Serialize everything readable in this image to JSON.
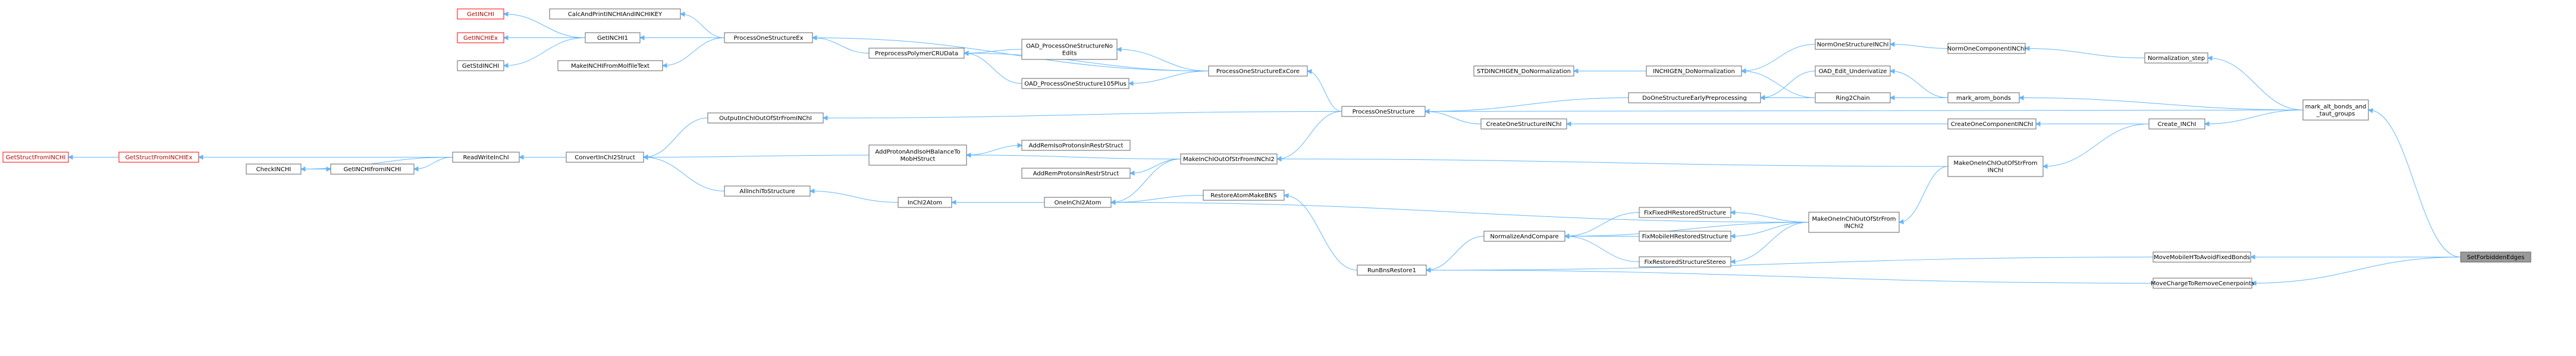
{
  "graph": {
    "nodes": [
      {
        "id": "SetForbiddenEdges",
        "label": [
          "SetForbiddenEdges"
        ],
        "root": true
      },
      {
        "id": "mark_alt_bonds",
        "label": [
          "mark_alt_bonds_and",
          "_taut_groups"
        ]
      },
      {
        "id": "MoveMobileH",
        "label": [
          "MoveMobileHToAvoidFixedBonds"
        ]
      },
      {
        "id": "MoveCharge",
        "label": [
          "MoveChargeToRemoveCenerpoints"
        ]
      },
      {
        "id": "Normalization_step",
        "label": [
          "Normalization_step"
        ]
      },
      {
        "id": "mark_arom_bonds",
        "label": [
          "mark_arom_bonds"
        ]
      },
      {
        "id": "Create_INChI",
        "label": [
          "Create_INChI"
        ]
      },
      {
        "id": "NormOneComponentINChI",
        "label": [
          "NormOneComponentINChI"
        ]
      },
      {
        "id": "NormOneStructureINChI",
        "label": [
          "NormOneStructureINChI"
        ]
      },
      {
        "id": "OAD_Edit_Underivatize",
        "label": [
          "OAD_Edit_Underivatize"
        ]
      },
      {
        "id": "Ring2Chain",
        "label": [
          "Ring2Chain"
        ]
      },
      {
        "id": "INCHIGEN_DoNormalization",
        "label": [
          "INCHIGEN_DoNormalization"
        ]
      },
      {
        "id": "STDINCHIGEN_DoNormalization",
        "label": [
          "STDINCHIGEN_DoNormalization"
        ]
      },
      {
        "id": "DoOneStructureEarlyPreprocessing",
        "label": [
          "DoOneStructureEarlyPreprocessing"
        ]
      },
      {
        "id": "CreateOneComponentINChI",
        "label": [
          "CreateOneComponentINChI"
        ]
      },
      {
        "id": "CreateOneStructureINChI",
        "label": [
          "CreateOneStructureINChI"
        ]
      },
      {
        "id": "MakeOneInChIOutOfStrFromINChI",
        "label": [
          "MakeOneInChIOutOfStrFrom",
          "INChI"
        ]
      },
      {
        "id": "MakeOneInChIOutOfStrFromINChI2",
        "label": [
          "MakeOneInChIOutOfStrFrom",
          "INChI2"
        ]
      },
      {
        "id": "FixFixedHRestoredStructure",
        "label": [
          "FixFixedHRestoredStructure"
        ]
      },
      {
        "id": "FixMobileHRestoredStructure",
        "label": [
          "FixMobileHRestoredStructure"
        ]
      },
      {
        "id": "FixRestoredStructureStereo",
        "label": [
          "FixRestoredStructureStereo"
        ]
      },
      {
        "id": "NormalizeAndCompare",
        "label": [
          "NormalizeAndCompare"
        ]
      },
      {
        "id": "RunBnsRestore1",
        "label": [
          "RunBnsRestore1"
        ]
      },
      {
        "id": "RestoreAtomMakeBNS",
        "label": [
          "RestoreAtomMakeBNS"
        ]
      },
      {
        "id": "ProcessOneStructure",
        "label": [
          "ProcessOneStructure"
        ]
      },
      {
        "id": "MakeInChIOutOfStrFromINChI2",
        "label": [
          "MakeInChIOutOfStrFromINChI2"
        ]
      },
      {
        "id": "ProcessOneStructureExCore",
        "label": [
          "ProcessOneStructureExCore"
        ]
      },
      {
        "id": "OAD_PS_NoEdits",
        "label": [
          "OAD_ProcessOneStructureNo",
          "Edits"
        ]
      },
      {
        "id": "OAD_PS_105Plus",
        "label": [
          "OAD_ProcessOneStructure105Plus"
        ]
      },
      {
        "id": "PreprocessPolymerCRUData",
        "label": [
          "PreprocessPolymerCRUData"
        ]
      },
      {
        "id": "ProcessOneStructureEx",
        "label": [
          "ProcessOneStructureEx"
        ]
      },
      {
        "id": "CalcAndPrintINCHIAndINCHIKEY",
        "label": [
          "CalcAndPrintINCHIAndINCHIKEY"
        ]
      },
      {
        "id": "GetINCHI1",
        "label": [
          "GetINCHI1"
        ]
      },
      {
        "id": "MakeINCHIFromMolfileText",
        "label": [
          "MakeINCHIFromMolfileText"
        ]
      },
      {
        "id": "GetINCHI",
        "label": [
          "GetINCHI"
        ],
        "red": true
      },
      {
        "id": "GetINCHIEx",
        "label": [
          "GetINCHIEx"
        ],
        "red": true
      },
      {
        "id": "GetStdINCHI",
        "label": [
          "GetStdINCHI"
        ]
      },
      {
        "id": "OutputInChIOutOfStrFromINChI",
        "label": [
          "OutputInChIOutOfStrFromINChI"
        ]
      },
      {
        "id": "AddProtonAndIsoHBalanceToMobHStruct",
        "label": [
          "AddProtonAndIsoHBalanceTo",
          "MobHStruct"
        ]
      },
      {
        "id": "AddRemIsoProtonsInRestrStruct",
        "label": [
          "AddRemIsoProtonsInRestrStruct"
        ]
      },
      {
        "id": "AddRemProtonsInRestrStruct",
        "label": [
          "AddRemProtonsInRestrStruct"
        ]
      },
      {
        "id": "OneInChI2Atom",
        "label": [
          "OneInChI2Atom"
        ]
      },
      {
        "id": "InChI2Atom",
        "label": [
          "InChI2Atom"
        ]
      },
      {
        "id": "AllInchiToStructure",
        "label": [
          "AllInchiToStructure"
        ]
      },
      {
        "id": "ConvertInChI2Struct",
        "label": [
          "ConvertInChI2Struct"
        ]
      },
      {
        "id": "ReadWriteInChI",
        "label": [
          "ReadWriteInChI"
        ]
      },
      {
        "id": "GetINCHIfromINCHI",
        "label": [
          "GetINCHIfromINCHI"
        ]
      },
      {
        "id": "CheckINCHI",
        "label": [
          "CheckINCHI"
        ]
      },
      {
        "id": "GetStructFromINCHIEx",
        "label": [
          "GetStructFromINCHIEx"
        ],
        "red": true
      },
      {
        "id": "GetStructFromINCHI",
        "label": [
          "GetStructFromINCHI"
        ],
        "red": true
      }
    ],
    "edges": [
      [
        "mark_alt_bonds",
        "SetForbiddenEdges"
      ],
      [
        "MoveMobileH",
        "SetForbiddenEdges"
      ],
      [
        "MoveCharge",
        "SetForbiddenEdges"
      ],
      [
        "Normalization_step",
        "mark_alt_bonds"
      ],
      [
        "mark_arom_bonds",
        "mark_alt_bonds"
      ],
      [
        "Create_INChI",
        "mark_alt_bonds"
      ],
      [
        "ProcessOneStructure",
        "mark_alt_bonds"
      ],
      [
        "NormOneComponentINChI",
        "Normalization_step"
      ],
      [
        "NormOneStructureINChI",
        "NormOneComponentINChI"
      ],
      [
        "OAD_Edit_Underivatize",
        "mark_arom_bonds"
      ],
      [
        "Ring2Chain",
        "mark_arom_bonds"
      ],
      [
        "CreateOneComponentINChI",
        "Create_INChI"
      ],
      [
        "MakeOneInChIOutOfStrFromINChI",
        "Create_INChI"
      ],
      [
        "INCHIGEN_DoNormalization",
        "NormOneStructureINChI"
      ],
      [
        "DoOneStructureEarlyPreprocessing",
        "OAD_Edit_Underivatize"
      ],
      [
        "INCHIGEN_DoNormalization",
        "Ring2Chain"
      ],
      [
        "DoOneStructureEarlyPreprocessing",
        "Ring2Chain"
      ],
      [
        "STDINCHIGEN_DoNormalization",
        "INCHIGEN_DoNormalization"
      ],
      [
        "ProcessOneStructure",
        "DoOneStructureEarlyPreprocessing"
      ],
      [
        "CreateOneStructureINChI",
        "CreateOneComponentINChI"
      ],
      [
        "ProcessOneStructure",
        "CreateOneStructureINChI"
      ],
      [
        "MakeOneInChIOutOfStrFromINChI2",
        "MakeOneInChIOutOfStrFromINChI"
      ],
      [
        "MakeInChIOutOfStrFromINChI2",
        "MakeOneInChIOutOfStrFromINChI"
      ],
      [
        "FixFixedHRestoredStructure",
        "MakeOneInChIOutOfStrFromINChI2"
      ],
      [
        "FixMobileHRestoredStructure",
        "MakeOneInChIOutOfStrFromINChI2"
      ],
      [
        "FixRestoredStructureStereo",
        "MakeOneInChIOutOfStrFromINChI2"
      ],
      [
        "NormalizeAndCompare",
        "MakeOneInChIOutOfStrFromINChI2"
      ],
      [
        "NormalizeAndCompare",
        "FixFixedHRestoredStructure"
      ],
      [
        "NormalizeAndCompare",
        "FixMobileHRestoredStructure"
      ],
      [
        "NormalizeAndCompare",
        "FixRestoredStructureStereo"
      ],
      [
        "RunBnsRestore1",
        "NormalizeAndCompare"
      ],
      [
        "RunBnsRestore1",
        "MoveMobileH"
      ],
      [
        "RunBnsRestore1",
        "MoveCharge"
      ],
      [
        "RestoreAtomMakeBNS",
        "RunBnsRestore1"
      ],
      [
        "OneInChI2Atom",
        "RestoreAtomMakeBNS"
      ],
      [
        "OneInChI2Atom",
        "MakeInChIOutOfStrFromINChI2"
      ],
      [
        "OneInChI2Atom",
        "MakeOneInChIOutOfStrFromINChI2"
      ],
      [
        "ProcessOneStructureExCore",
        "ProcessOneStructure"
      ],
      [
        "OutputInChIOutOfStrFromINChI",
        "ProcessOneStructure"
      ],
      [
        "MakeInChIOutOfStrFromINChI2",
        "ProcessOneStructure"
      ],
      [
        "AddProtonAndIsoHBalanceToMobHStruct",
        "MakeInChIOutOfStrFromINChI2"
      ],
      [
        "AddRemProtonsInRestrStruct",
        "MakeInChIOutOfStrFromINChI2"
      ],
      [
        "OAD_PS_NoEdits",
        "ProcessOneStructureExCore"
      ],
      [
        "OAD_PS_105Plus",
        "ProcessOneStructureExCore"
      ],
      [
        "PreprocessPolymerCRUData",
        "ProcessOneStructureExCore"
      ],
      [
        "ProcessOneStructureEx",
        "ProcessOneStructureExCore"
      ],
      [
        "PreprocessPolymerCRUData",
        "OAD_PS_NoEdits"
      ],
      [
        "PreprocessPolymerCRUData",
        "OAD_PS_105Plus"
      ],
      [
        "ProcessOneStructureEx",
        "PreprocessPolymerCRUData"
      ],
      [
        "CalcAndPrintINCHIAndINCHIKEY",
        "ProcessOneStructureEx"
      ],
      [
        "GetINCHI1",
        "ProcessOneStructureEx"
      ],
      [
        "MakeINCHIFromMolfileText",
        "ProcessOneStructureEx"
      ],
      [
        "GetINCHI",
        "GetINCHI1"
      ],
      [
        "GetINCHIEx",
        "GetINCHI1"
      ],
      [
        "GetStdINCHI",
        "GetINCHI1"
      ],
      [
        "ConvertInChI2Struct",
        "OutputInChIOutOfStrFromINChI"
      ],
      [
        "AddRemIsoProtonsInRestrStruct",
        "AddProtonAndIsoHBalanceToMobHStruct"
      ],
      [
        "ConvertInChI2Struct",
        "AddProtonAndIsoHBalanceToMobHStruct"
      ],
      [
        "InChI2Atom",
        "OneInChI2Atom"
      ],
      [
        "AllInchiToStructure",
        "InChI2Atom"
      ],
      [
        "ConvertInChI2Struct",
        "AllInchiToStructure"
      ],
      [
        "ReadWriteInChI",
        "ConvertInChI2Struct"
      ],
      [
        "CheckINCHI",
        "ReadWriteInChI"
      ],
      [
        "GetINCHIfromINCHI",
        "ReadWriteInChI"
      ],
      [
        "GetStructFromINCHIEx",
        "ReadWriteInChI"
      ],
      [
        "GetINCHIfromINCHI",
        "CheckINCHI"
      ],
      [
        "GetStructFromINCHI",
        "GetStructFromINCHIEx"
      ]
    ]
  }
}
